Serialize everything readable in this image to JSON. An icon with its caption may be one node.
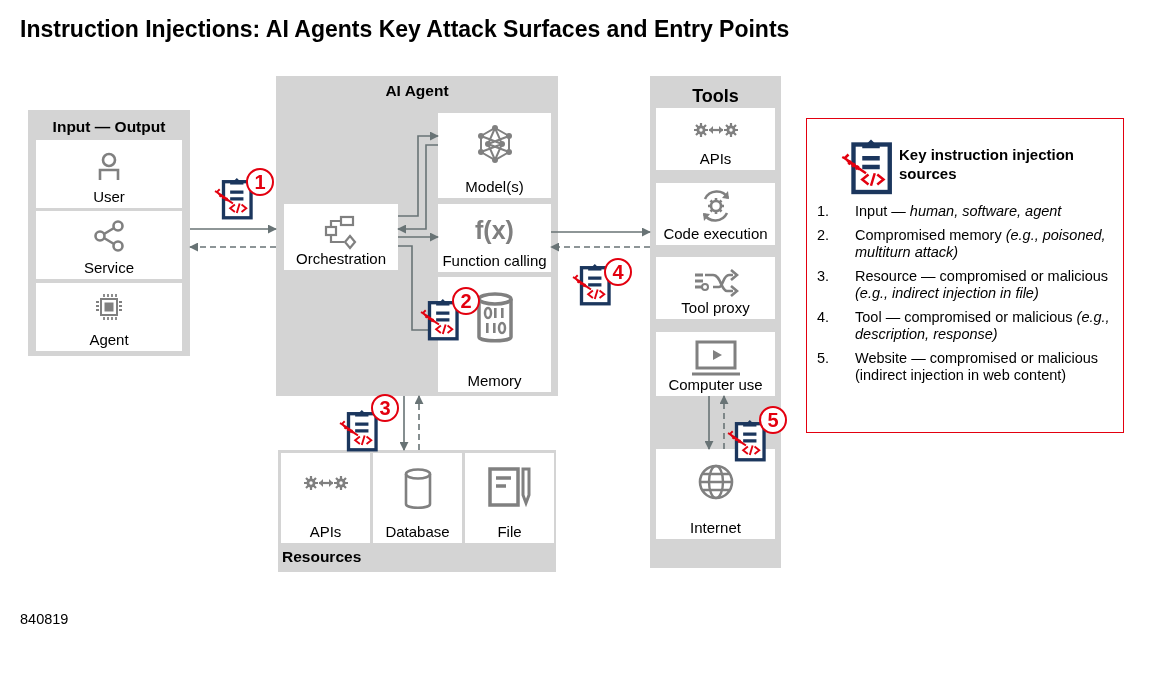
{
  "diagram": {
    "title": "Instruction Injections: AI Agents Key Attack Surfaces and Entry Points",
    "nodes": [
      {
        "text": [
          "Input — Output"
        ]
      },
      {
        "text": [
          "User"
        ],
        "in": 0
      },
      {
        "text": [
          "Service"
        ],
        "in": 0
      },
      {
        "text": [
          "Agent"
        ],
        "in": 0
      },
      {
        "text": [
          "AI Agent"
        ]
      },
      {
        "text": [
          "Orchestration"
        ],
        "in": 4
      },
      {
        "text": [
          "Model(s)"
        ],
        "in": 4
      },
      {
        "text": [
          "f(x)",
          "Function calling"
        ],
        "in": 4
      },
      {
        "text": [
          "Memory"
        ],
        "in": 4
      },
      {
        "text": [
          "Tools"
        ]
      },
      {
        "text": [
          "APIs"
        ],
        "in": 9
      },
      {
        "text": [
          "Code execution"
        ],
        "in": 9
      },
      {
        "text": [
          "Tool proxy"
        ],
        "in": 9
      },
      {
        "text": [
          "Computer use"
        ],
        "in": 9
      },
      {
        "text": [
          "Internet"
        ],
        "in": 9
      },
      {
        "text": [
          "Resources"
        ]
      },
      {
        "text": [
          "APIs"
        ],
        "in": 15
      },
      {
        "text": [
          "Database"
        ],
        "in": 15
      },
      {
        "text": [
          "File"
        ],
        "in": 15
      },
      {
        "text": [
          "Key instruction injection sources",
          "1.",
          "Input — *human, software, agent*",
          "2.",
          "Compromised memory *(e.g., poisoned, multiturn attack)*",
          "3.",
          "Resource — compromised or malicious *(e.g., indirect injection in file)*",
          "4.",
          "Tool — compromised or malicious *(e.g., description, response)*",
          "5.",
          "Website — compromised or malicious (indirect injection in web content)"
        ]
      }
    ],
    "edges": [
      {
        "from": 0,
        "to": 4,
        "arrow": "to"
      },
      {
        "from": 4,
        "to": 0,
        "arrow": "to",
        "style": "dashed"
      },
      {
        "from": 5,
        "to": 6,
        "arrow": "to"
      },
      {
        "from": 6,
        "to": 5,
        "arrow": "to"
      },
      {
        "from": 5,
        "to": 7,
        "arrow": "to"
      },
      {
        "from": 5,
        "to": 8,
        "arrow": "to"
      },
      {
        "from": 7,
        "to": 9,
        "arrow": "to"
      },
      {
        "from": 9,
        "to": 7,
        "arrow": "to",
        "style": "dashed"
      },
      {
        "from": 4,
        "to": 15,
        "arrow": "to"
      },
      {
        "from": 15,
        "to": 4,
        "arrow": "to",
        "style": "dashed"
      },
      {
        "from": 13,
        "to": 14,
        "arrow": "to"
      },
      {
        "from": 14,
        "to": 13,
        "arrow": "to",
        "style": "dashed"
      }
    ],
    "labels": [
      "1",
      "2",
      "3",
      "4",
      "5",
      "840819"
    ]
  }
}
